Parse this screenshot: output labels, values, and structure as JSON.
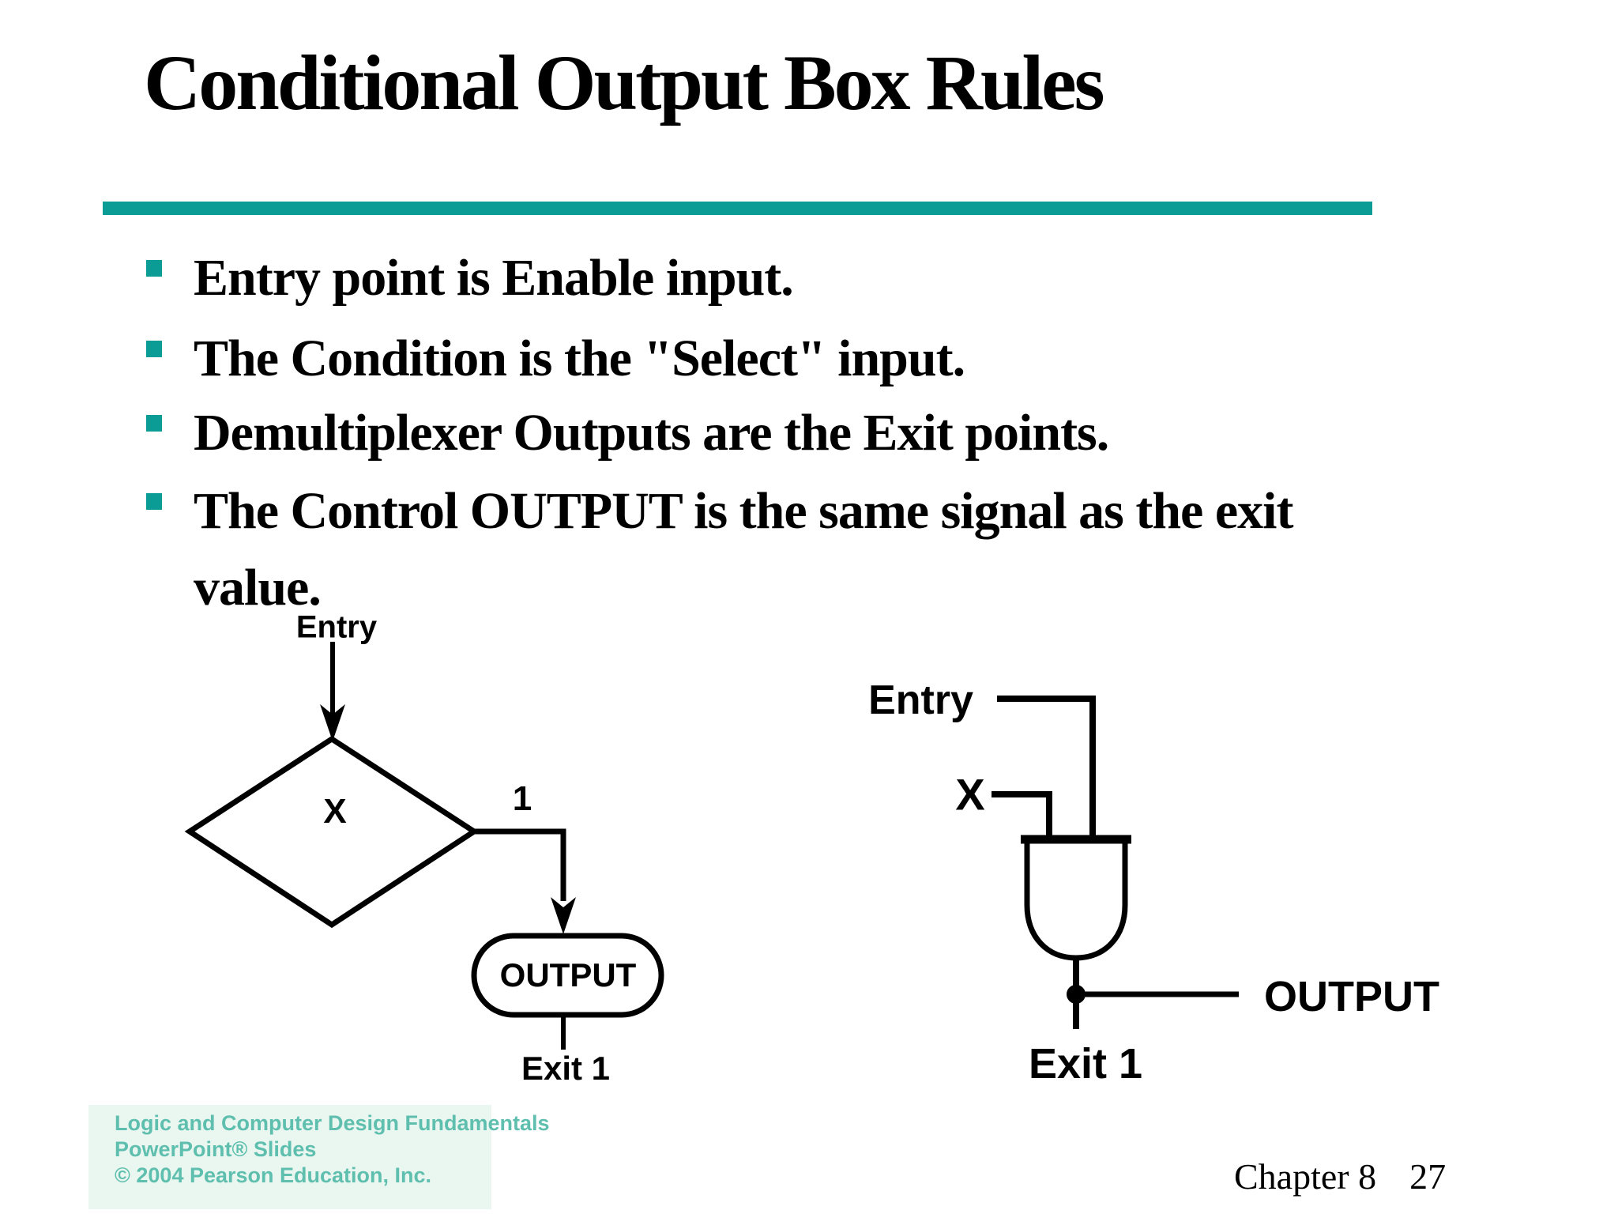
{
  "slide": {
    "title": "Conditional Output Box Rules",
    "accent_color": "#0b9c95",
    "bullets": [
      {
        "lines": [
          "Entry point is Enable input."
        ]
      },
      {
        "lines": [
          "The Condition is the \"Select\" input."
        ]
      },
      {
        "lines": [
          "Demultiplexer Outputs are the Exit points."
        ]
      },
      {
        "lines": [
          "The Control OUTPUT is the same signal as the exit",
          "value."
        ]
      }
    ]
  },
  "flowchart": {
    "entry_label": "Entry",
    "condition_label": "X",
    "exit_value_label": "1",
    "output_label": "OUTPUT",
    "exit_label": "Exit 1"
  },
  "circuit": {
    "entry_label": "Entry",
    "select_label": "X",
    "output_label": "OUTPUT",
    "exit_label": "Exit 1"
  },
  "footer": {
    "watermark_line1": "Logic and Computer Design Fundamentals",
    "watermark_line2": "PowerPoint® Slides",
    "watermark_line3": "© 2004 Pearson Education, Inc.",
    "chapter": "Chapter 8",
    "page_number": "27"
  }
}
